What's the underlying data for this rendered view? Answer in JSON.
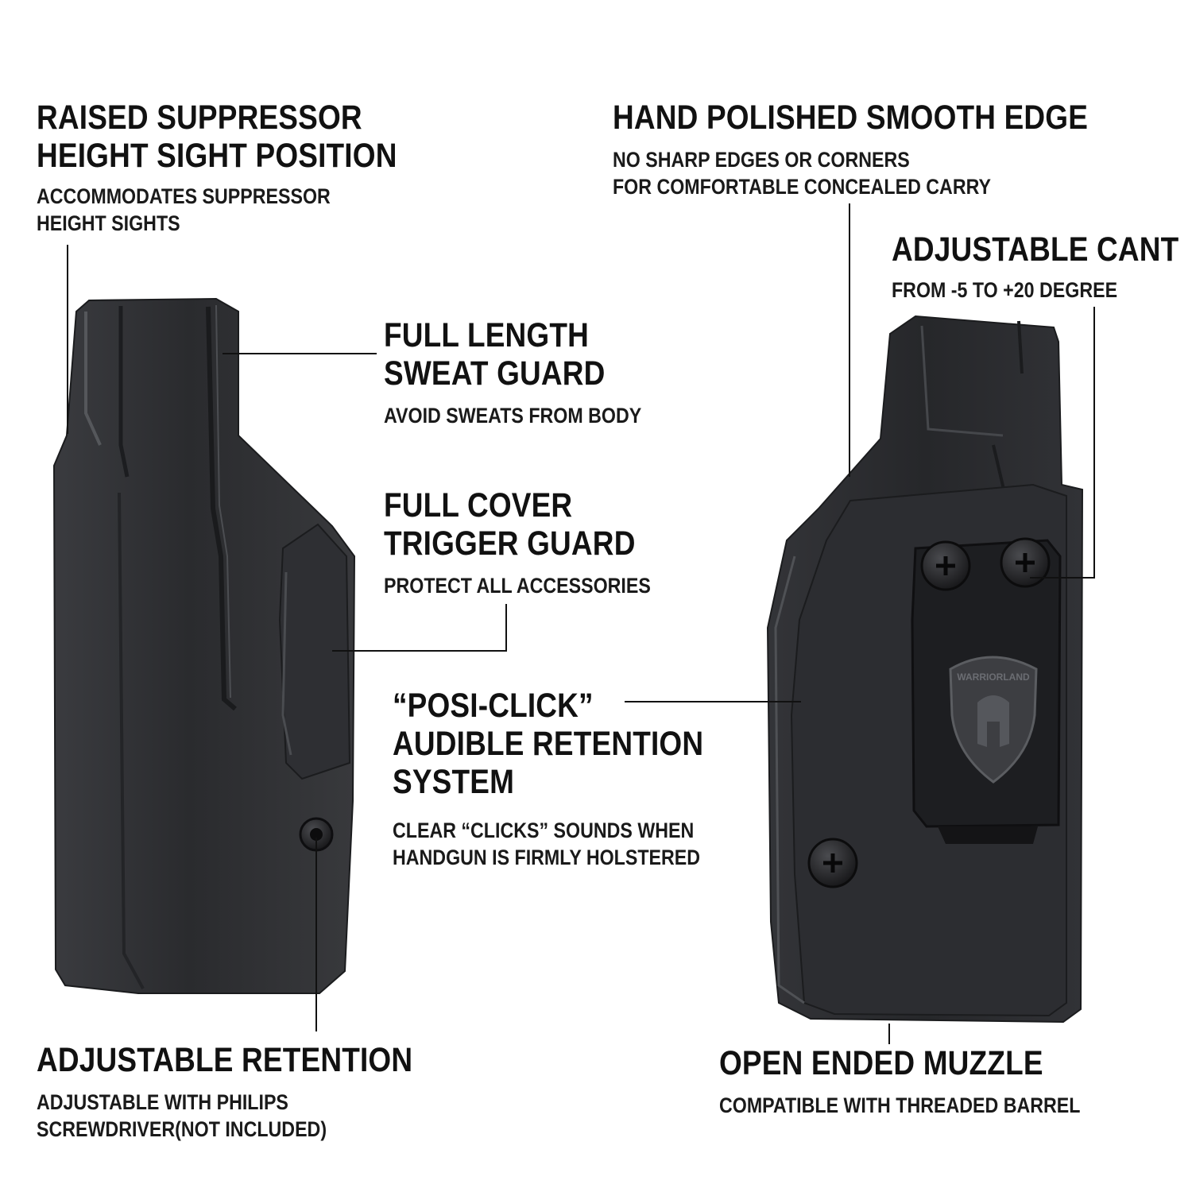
{
  "features": {
    "raised_sight": {
      "title_1": "RAISED SUPPRESSOR",
      "title_2": "HEIGHT SIGHT POSITION",
      "desc_1": "ACCOMMODATES SUPPRESSOR",
      "desc_2": "HEIGHT SIGHTS"
    },
    "hand_polished": {
      "title_1": "HAND POLISHED SMOOTH EDGE",
      "desc_1": "NO SHARP EDGES OR CORNERS",
      "desc_2": "FOR COMFORTABLE CONCEALED CARRY"
    },
    "adjustable_cant": {
      "title_1": "ADJUSTABLE CANT",
      "desc_1": "FROM -5 TO +20 DEGREE"
    },
    "sweat_guard": {
      "title_1": "FULL LENGTH",
      "title_2": "SWEAT GUARD",
      "desc_1": "AVOID SWEATS FROM BODY"
    },
    "trigger_guard": {
      "title_1": "FULL COVER",
      "title_2": "TRIGGER GUARD",
      "desc_1": "PROTECT ALL ACCESSORIES"
    },
    "posi_click": {
      "title_1": "“POSI-CLICK”",
      "title_2": "AUDIBLE RETENTION",
      "title_3": "SYSTEM",
      "desc_1": "CLEAR “CLICKS” SOUNDS WHEN",
      "desc_2": "HANDGUN IS FIRMLY HOLSTERED"
    },
    "adjustable_retention": {
      "title_1": "ADJUSTABLE RETENTION",
      "desc_1": "ADJUSTABLE WITH PHILIPS",
      "desc_2": "SCREWDRIVER(NOT INCLUDED)"
    },
    "open_muzzle": {
      "title_1": "OPEN ENDED MUZZLE",
      "desc_1": "COMPATIBLE WITH THREADED BARREL"
    }
  },
  "brand_logo": {
    "text": "WARRIORLAND",
    "icon": "spartan-helmet-icon"
  },
  "colors": {
    "background": "#ffffff",
    "text": "#111111",
    "holster": "#2b2c2f",
    "holster_highlight": "#55575b",
    "leader_line": "#111111"
  }
}
